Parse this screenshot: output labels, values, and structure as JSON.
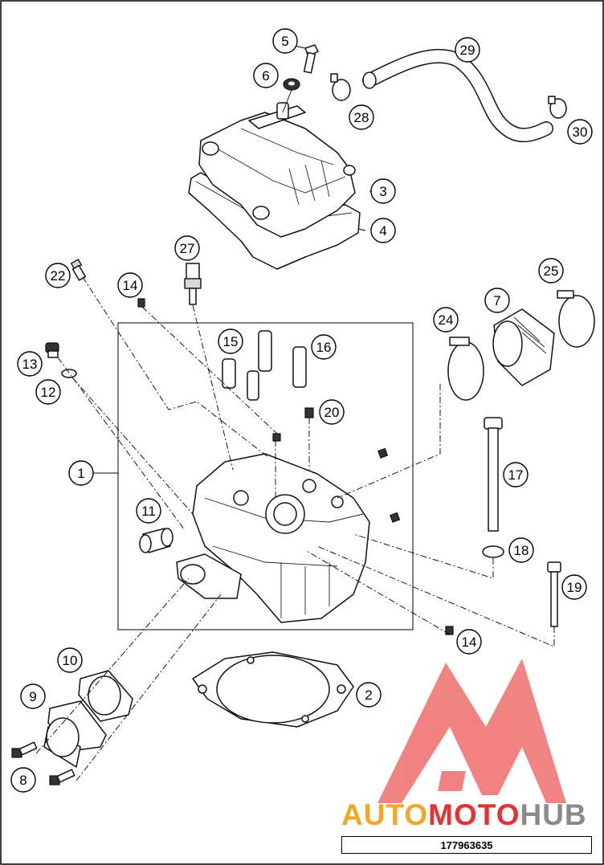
{
  "callouts": [
    {
      "num": "1"
    },
    {
      "num": "2"
    },
    {
      "num": "3"
    },
    {
      "num": "4"
    },
    {
      "num": "5"
    },
    {
      "num": "6"
    },
    {
      "num": "7"
    },
    {
      "num": "8"
    },
    {
      "num": "9"
    },
    {
      "num": "10"
    },
    {
      "num": "11"
    },
    {
      "num": "12"
    },
    {
      "num": "13"
    },
    {
      "num": "14"
    },
    {
      "num": "14"
    },
    {
      "num": "15"
    },
    {
      "num": "16"
    },
    {
      "num": "17"
    },
    {
      "num": "18"
    },
    {
      "num": "19"
    },
    {
      "num": "20"
    },
    {
      "num": "22"
    },
    {
      "num": "24"
    },
    {
      "num": "25"
    },
    {
      "num": "27"
    },
    {
      "num": "28"
    },
    {
      "num": "29"
    },
    {
      "num": "30"
    }
  ],
  "watermark": {
    "part1": "AUTO",
    "part2": "MOTO",
    "part3": "HUB"
  },
  "colors": {
    "watermark_red": "#e8302e",
    "watermark_orange": "#f5a623",
    "watermark_gray": "#8a8a8a"
  },
  "drawing_number": "177963635"
}
